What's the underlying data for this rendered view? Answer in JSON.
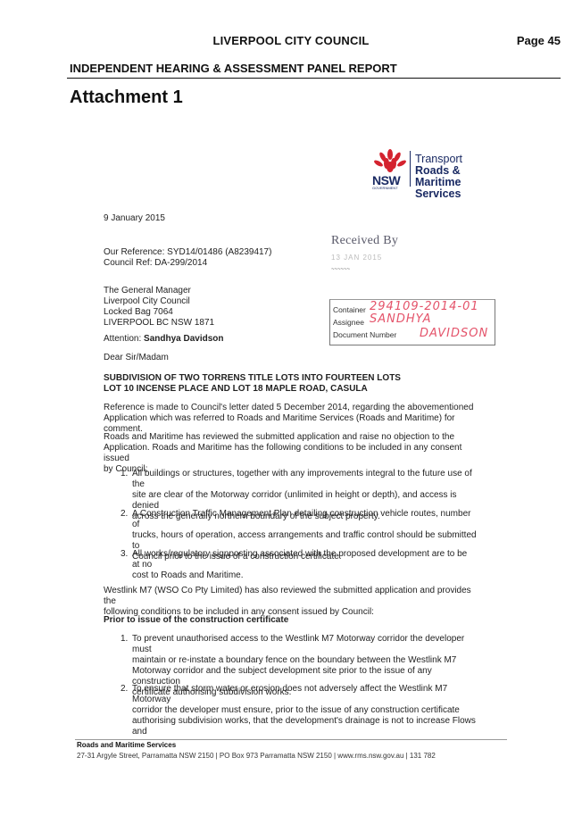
{
  "header": {
    "council": "LIVERPOOL CITY COUNCIL",
    "page": "Page 45",
    "report": "INDEPENDENT HEARING & ASSESSMENT PANEL REPORT",
    "attachment": "Attachment 1"
  },
  "logo": {
    "nsw": "NSW",
    "government": "GOVERNMENT",
    "line1": "Transport",
    "line2": "Roads & Maritime",
    "line3": "Services"
  },
  "letter": {
    "date": "9 January 2015",
    "our_ref": "Our Reference: SYD14/01486 (A8239417)",
    "council_ref": "Council Ref: DA-299/2014",
    "address": [
      "The General Manager",
      "Liverpool City Council",
      "Locked Bag 7064",
      "LIVERPOOL BC NSW 1871"
    ],
    "attention_label": "Attention: ",
    "attention_name": "Sandhya Davidson",
    "salutation": "Dear Sir/Madam",
    "subject_line1": "SUBDIVISION OF TWO TORRENS TITLE LOTS INTO FOURTEEN LOTS",
    "subject_line2": "LOT 10 INCENSE PLACE AND LOT 18 MAPLE ROAD, CASULA",
    "para1": [
      "Reference is made to Council's letter dated 5 December 2014, regarding the abovementioned",
      "Application which was referred to Roads and Maritime Services (Roads and Maritime) for comment."
    ],
    "para2": [
      "Roads and Maritime has reviewed the submitted application and raise no objection to the",
      "Application. Roads and Maritime has the following conditions to be included in any consent issued",
      "by Council:"
    ],
    "rms_conditions": [
      {
        "num": "1.",
        "lines": [
          "All buildings or structures, together with any improvements integral to the future use of the",
          "site are clear of the Motorway corridor (unlimited in height or depth), and access is denied",
          "across the generally northern boundary of the subject property."
        ]
      },
      {
        "num": "2.",
        "lines": [
          "A Construction Traffic Management Plan detailing construction vehicle routes, number of",
          "trucks, hours of operation, access arrangements and traffic control should be submitted to",
          "Council prior to the issue of a construction certificate."
        ]
      },
      {
        "num": "3.",
        "lines": [
          "All works/regulatory signposting associated with the proposed development are to be at no",
          "cost to Roads and Maritime."
        ]
      }
    ],
    "para3": [
      "Westlink M7 (WSO Co Pty Limited) has also reviewed the submitted application and provides the",
      "following conditions to be included in any consent issued by Council:"
    ],
    "subheading": "Prior to issue of the construction certificate",
    "m7_conditions": [
      {
        "num": "1.",
        "lines": [
          "To prevent unauthorised access to the Westlink M7 Motorway corridor the developer must",
          "maintain or re-instate a boundary fence on the boundary between the Westlink M7",
          "Motorway corridor and the subject development site prior to the issue of any construction",
          "certificate authorising subdivision works."
        ]
      },
      {
        "num": "2.",
        "lines": [
          "To ensure that storm water or erosion does not adversely affect the Westlink M7 Motorway",
          "corridor the developer must ensure, prior to the issue of any construction certificate",
          "authorising subdivision works, that the development's drainage is not to increase Flows and"
        ]
      }
    ]
  },
  "stamp": {
    "received": "Received By",
    "date": "13 JAN 2015",
    "container_label": "Container",
    "container_value": "294109-2014-01",
    "assignee_label": "Assignee",
    "assignee_value": "SANDHYA",
    "document_label": "Document Number",
    "document_value": "DAVIDSON"
  },
  "footer": {
    "org": "Roads and Maritime Services",
    "address": "27-31 Argyle Street, Parramatta NSW 2150  |  PO Box 973 Parramatta NSW 2150  |  www.rms.nsw.gov.au  |  131 782"
  },
  "colors": {
    "logo_blue": "#1a2a63",
    "logo_red": "#d4232f",
    "handwriting": "#e4536a"
  }
}
